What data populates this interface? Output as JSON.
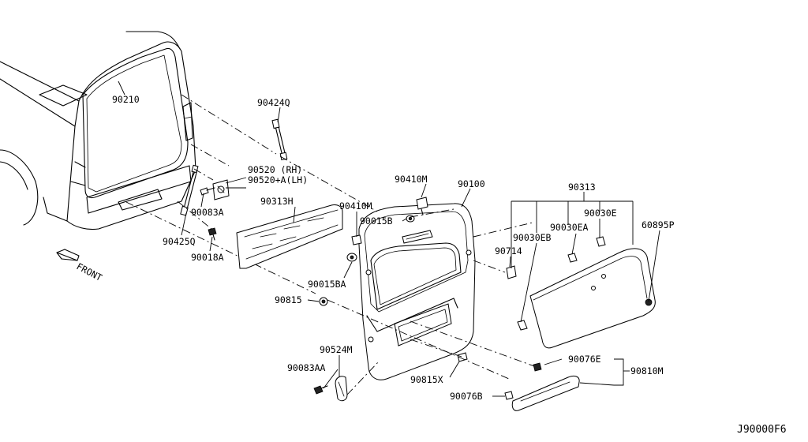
{
  "labels": {
    "p90210": "90210",
    "p90424Q": "90424Q",
    "p90520rh": "90520 (RH)",
    "p90520lh": "90520+A(LH)",
    "p90083A": "90083A",
    "p90425Q": "90425Q",
    "p90018A": "90018A",
    "front": "FRONT",
    "p90313H": "90313H",
    "p90410M_top": "90410M",
    "p90410M": "90410M",
    "p90015B": "90015B",
    "p90100": "90100",
    "p90015BA": "90015BA",
    "p90815": "90815",
    "p90524M": "90524M",
    "p90083AA": "90083AA",
    "p90815X": "90815X",
    "p90076B": "90076B",
    "p90714": "90714",
    "p90313": "90313",
    "p90030E": "90030E",
    "p90030EA": "90030EA",
    "p90030EB": "90030EB",
    "p60895P": "60895P",
    "p90076E": "90076E",
    "p90810M": "90810M",
    "diagram_code": "J90000F6"
  }
}
